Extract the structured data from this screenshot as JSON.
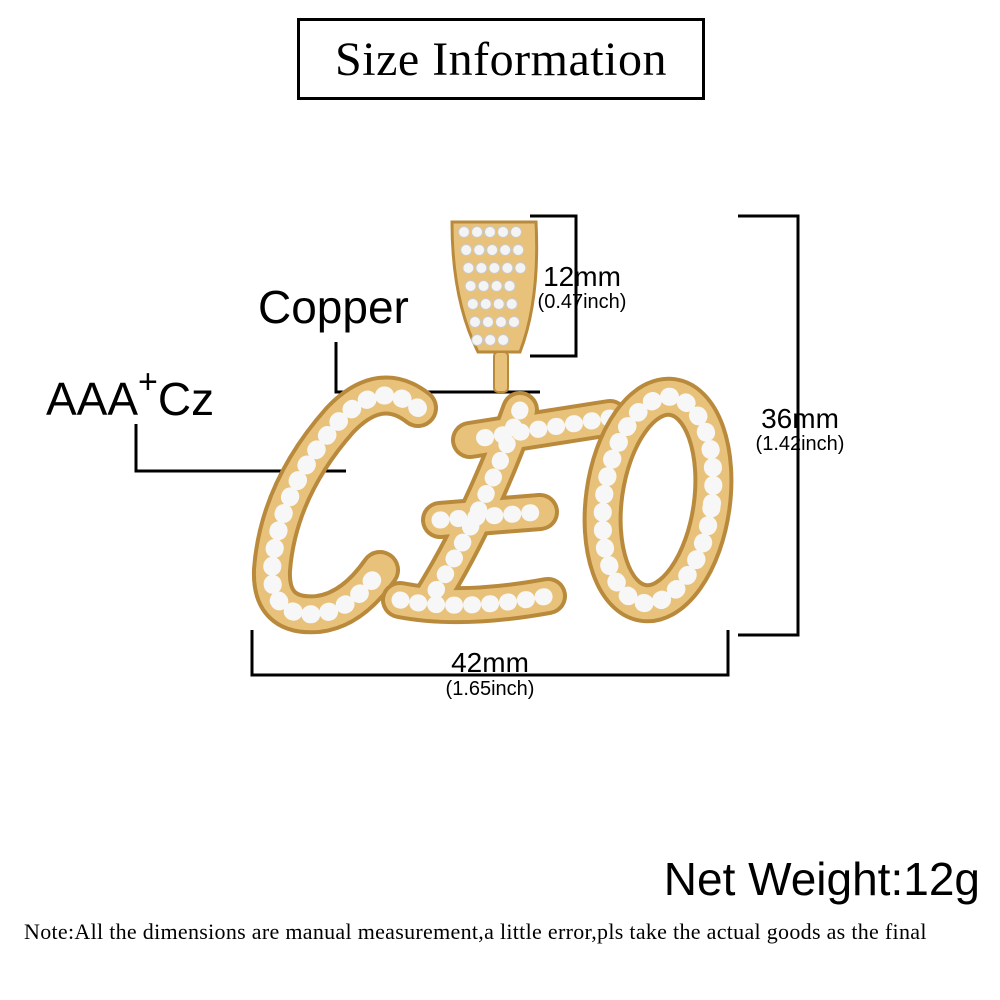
{
  "title": "Size Information",
  "labels": {
    "material": "Copper",
    "stone_main": "AAA",
    "stone_plus": "+",
    "stone_suffix": "Cz"
  },
  "dimensions": {
    "bail_height_mm": "12mm",
    "bail_height_in": "(0.47inch)",
    "height_mm": "36mm",
    "height_in": "(1.42inch)",
    "width_mm": "42mm",
    "width_in": "(1.65inch)"
  },
  "pendant_text": "CEO",
  "colors": {
    "gold": "#e8c27a",
    "gold_dark": "#b98a3c",
    "stone": "#f4f4f4"
  },
  "net_weight": "Net Weight:12g",
  "note": "Note:All the dimensions are manual measurement,a little error,pls take the actual goods as the final"
}
